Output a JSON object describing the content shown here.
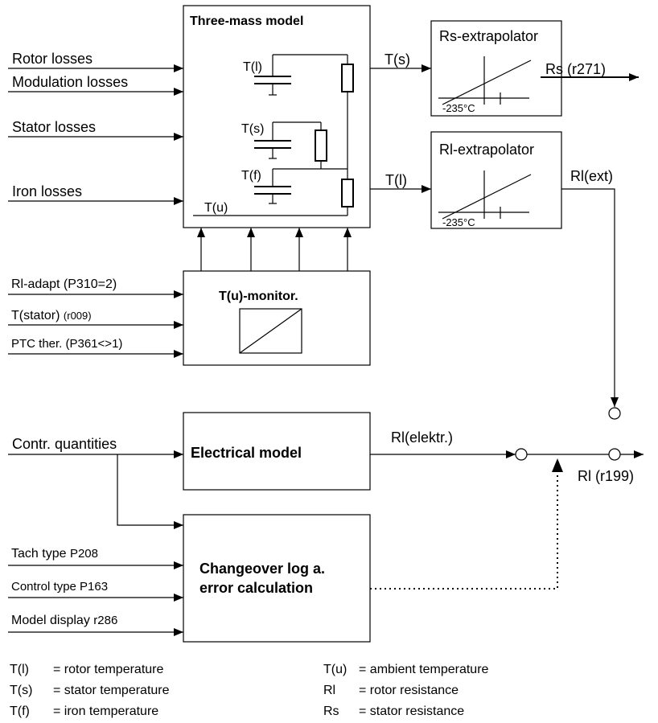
{
  "blocks": {
    "three_mass": "Three-mass model",
    "rs_extrapolator": "Rs-extrapolator",
    "rl_extrapolator": "Rl-extrapolator",
    "tu_monitor": "T(u)-monitor.",
    "electrical_model": "Electrical model",
    "changeover_line1": "Changeover log a.",
    "changeover_line2": "error calculation"
  },
  "inputs": {
    "rotor_losses": "Rotor losses",
    "modulation_losses": "Modulation losses",
    "stator_losses": "Stator losses",
    "iron_losses": "Iron losses",
    "rl_adapt": "Rl-adapt (P310=2)",
    "t_stator": "T(stator)",
    "t_stator_param": "(r009)",
    "ptc_therm": "PTC ther. (P361<>1)",
    "contr_quantities": "Contr. quantities",
    "tach_type": "Tach type",
    "tach_type_param": "P208",
    "control_type": "Control type P163",
    "model_display": "Model display",
    "model_display_param": "r286"
  },
  "model_labels": {
    "tl": "T(l)",
    "ts": "T(s)",
    "tf": "T(f)",
    "tu": "T(u)"
  },
  "signals": {
    "ts_out": "T(s)",
    "tl_out": "T(l)",
    "rs_out": "Rs (r271)",
    "rl_ext": "Rl(ext)",
    "rl_elektr": "Rl(elektr.)",
    "rl_out": "Rl (r199)",
    "temp_rs": "-235°C",
    "temp_rl": "-235°C"
  },
  "legend": {
    "left": [
      {
        "sym": "T(l)",
        "desc": "= rotor temperature"
      },
      {
        "sym": "T(s)",
        "desc": "= stator temperature"
      },
      {
        "sym": "T(f)",
        "desc": "= iron temperature"
      }
    ],
    "right": [
      {
        "sym": "T(u)",
        "desc": "= ambient temperature"
      },
      {
        "sym": "Rl",
        "desc": "= rotor resistance"
      },
      {
        "sym": "Rs",
        "desc": "= stator resistance"
      }
    ]
  }
}
